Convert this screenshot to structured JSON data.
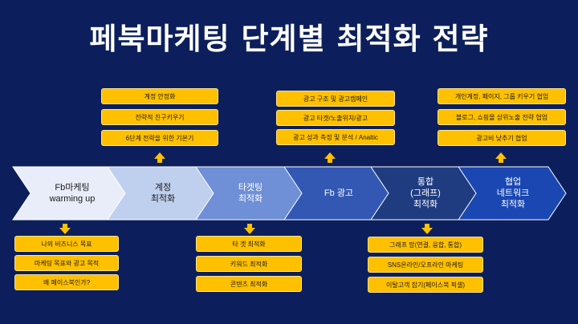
{
  "title": "페북마케팅 단계별 최적화 전략",
  "stages": [
    {
      "line1": "Fb마케팅",
      "line2": "warming  up",
      "line3": "",
      "fill": "#e8edf9",
      "text": "#1a1a1a"
    },
    {
      "line1": "계정",
      "line2": "최적화",
      "line3": "",
      "fill": "#bfcfee",
      "text": "#1a1a1a"
    },
    {
      "line1": "타겟팅",
      "line2": "최적화",
      "line3": "",
      "fill": "#6f8fd6",
      "text": "#ffffff"
    },
    {
      "line1": "Fb 광고",
      "line2": "",
      "line3": "",
      "fill": "#3358b4",
      "text": "#ffffff"
    },
    {
      "line1": "통합",
      "line2": "(그래프)",
      "line3": "최적화",
      "fill": "#203c80",
      "text": "#ffffff"
    },
    {
      "line1": "협업",
      "line2": "네트워크",
      "line3": "최적화",
      "fill": "#1a47b2",
      "text": "#ffffff"
    }
  ],
  "top_groups": [
    {
      "items": [
        "계정 안정화",
        "전략적 친구키우기",
        "6단계 전략을 위한 기본기"
      ]
    },
    {
      "items": [
        "광고 구조 및 광고캠페인",
        "광고 타겟/노출위치/광고",
        "광고 성과 측정 및 분석 / Analtic"
      ]
    },
    {
      "items": [
        "개인계정, 페이지, 그룹 키우기 협업",
        "블로그, 쇼핑몰 상위노출 전략 협업",
        "광고비 낮추기 협업"
      ]
    }
  ],
  "bottom_groups": [
    {
      "items": [
        "나의 비즈니스 목표",
        "마케팅 목표와 광고 목적",
        "왜 페이스북인가?"
      ]
    },
    {
      "items": [
        "타 겟 최적화",
        "키워드 최적화",
        "콘텐츠 최적화"
      ]
    },
    {
      "items": [
        "그래프 망(연결, 융합, 통합)",
        "SNS온라인/오프라인 마케팅",
        "이탈고객 잡기(페이스북 픽셀)"
      ]
    }
  ],
  "colors": {
    "background": "#0c1f5c",
    "box_fill": "#ffc000",
    "arrow_connector": "#ffc000",
    "title_text": "#ffffff"
  }
}
